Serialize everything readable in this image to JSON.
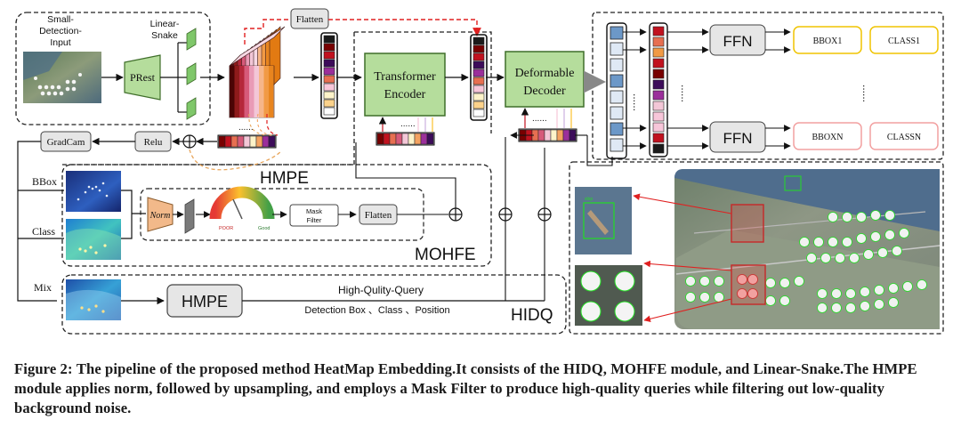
{
  "labels": {
    "small_detection_input": [
      "Small-",
      "Detection-",
      "Input"
    ],
    "linear_snake": [
      "Linear-",
      "Snake"
    ],
    "prest": "PRest",
    "flatten_top": "Flatten",
    "transformer_encoder": [
      "Transformer",
      "Encoder"
    ],
    "deformable_decoder": [
      "Deformable",
      "Decoder"
    ],
    "ffn_top": "FFN",
    "ffn_bottom": "FFN",
    "bbox1": "BBOX1",
    "class1": "CLASS1",
    "bboxn": "BBOXN",
    "classn": "CLASSN",
    "gradcam": "GradCam",
    "relu": "Relu",
    "hmpe_region": "HMPE",
    "bbox_side": "BBox",
    "class_side": "Class",
    "mix_side": "Mix",
    "norm": "Norm",
    "gauge_poor": "POOR",
    "gauge_good": "Good",
    "mask_filter": [
      "Mask",
      "Filter"
    ],
    "flatten_mohfe": "Flatten",
    "mohfe_region": "MOHFE",
    "hmpe_box": "HMPE",
    "hq_query": "High-Qulity-Query",
    "detection_box": "Detection Box 、Class 、Position",
    "hidq_region": "HIDQ",
    "ship_label": "ship",
    "dots": "......"
  },
  "caption": {
    "label": "Figure 2:",
    "text": "The pipeline of the proposed method HeatMap Embedding.It consists of the HIDQ, MOHFE module, and Linear-Snake.The HMPE module applies norm, followed by upsampling, and employs a Mask Filter to produce high-quality queries while filtering out low-quality background noise."
  },
  "colors": {
    "green_box": "#bfe3a8",
    "green_border": "#3f6e2a",
    "orange_box": "#f2b98a",
    "red_dashed": "#e02020",
    "orange_dashed": "#e8a55a",
    "yellow_border": "#f0c400",
    "pink_border": "#f2a0a0",
    "token_colors": [
      "#fdf3c9",
      "#fbd28b",
      "#f4a261",
      "#e76f51",
      "#c1121f",
      "#780000",
      "#3d0c5a",
      "#9b2f9b",
      "#f7c6d9",
      "#fefefe"
    ]
  }
}
